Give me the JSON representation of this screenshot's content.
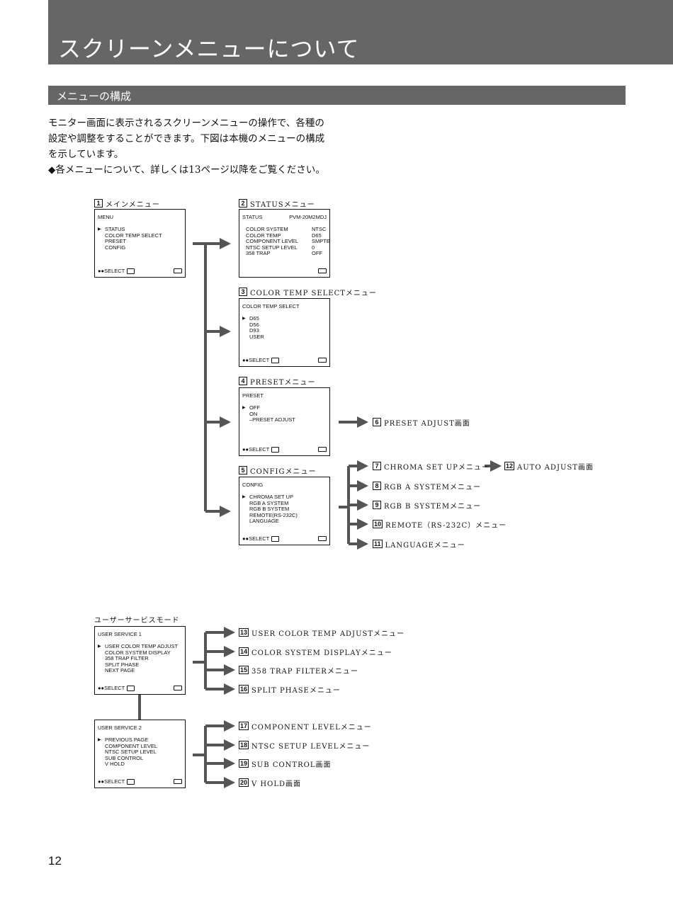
{
  "page_title": "スクリーンメニューについて",
  "section_title": "メニューの構成",
  "intro_lines": [
    "モニター画面に表示されるスクリーンメニューの操作で、各種の",
    "設定や調整をすることができます。下図は本機のメニューの構成",
    "を示しています。",
    "◆各メニューについて、詳しくは13ページ以降をご覧ください。"
  ],
  "menus": {
    "main": {
      "num": "1",
      "label": "メインメニュー",
      "header": "MENU",
      "items": [
        "STATUS",
        "COLOR TEMP SELECT",
        "PRESET",
        "CONFIG"
      ],
      "footer": "SELECT"
    },
    "status": {
      "num": "2",
      "label": "STATUSメニュー",
      "header": "STATUS",
      "model": "PVM-20M2MDJ",
      "rows": [
        [
          "COLOR SYSTEM",
          "NTSC"
        ],
        [
          "COLOR TEMP",
          "D65"
        ],
        [
          "COMPONENT LEVEL",
          "SMPTE"
        ],
        [
          "NTSC SETUP LEVEL",
          "0"
        ],
        [
          "358 TRAP",
          "OFF"
        ]
      ]
    },
    "colortemp": {
      "num": "3",
      "label": "COLOR TEMP SELECTメニュー",
      "header": "COLOR TEMP SELECT",
      "items": [
        "D65",
        "D56",
        "D93",
        "USER"
      ],
      "footer": "SELECT"
    },
    "preset": {
      "num": "4",
      "label": "PRESETメニュー",
      "header": "PRESET",
      "items": [
        "OFF",
        "ON",
        "–PRESET ADJUST"
      ],
      "footer": "SELECT"
    },
    "config": {
      "num": "5",
      "label": "CONFIGメニュー",
      "header": "CONFIG",
      "items": [
        "CHROMA SET UP",
        "RGB A SYSTEM",
        "RGB B SYSTEM",
        "REMOTE(RS-232C)",
        "LANGUAGE"
      ],
      "footer": "SELECT"
    },
    "us1": {
      "header": "USER SERVICE 1",
      "items": [
        "USER COLOR TEMP ADJUST",
        "COLOR SYSTEM DISPLAY",
        "358 TRAP FILTER",
        "SPLIT PHASE",
        "NEXT PAGE"
      ],
      "footer": "SELECT"
    },
    "us2": {
      "header": "USER SERVICE 2",
      "items": [
        "PREVIOUS PAGE",
        "COMPONENT LEVEL",
        "NTSC SETUP LEVEL",
        "SUB CONTROL",
        "V HOLD"
      ],
      "footer": "SELECT"
    }
  },
  "user_service_label": "ユーザーサービスモード",
  "targets": {
    "t6": {
      "num": "6",
      "label": "PRESET ADJUST画面"
    },
    "t7": {
      "num": "7",
      "label": "CHROMA SET UPメニュー"
    },
    "t12": {
      "num": "12",
      "label": "AUTO ADJUST画面"
    },
    "t8": {
      "num": "8",
      "label": "RGB A SYSTEMメニュー"
    },
    "t9": {
      "num": "9",
      "label": "RGB B SYSTEMメニュー"
    },
    "t10": {
      "num": "10",
      "label": "REMOTE（RS-232C）メニュー"
    },
    "t11": {
      "num": "11",
      "label": "LANGUAGEメニュー"
    },
    "t13": {
      "num": "13",
      "label": "USER COLOR TEMP ADJUSTメニュー"
    },
    "t14": {
      "num": "14",
      "label": "COLOR SYSTEM DISPLAYメニュー"
    },
    "t15": {
      "num": "15",
      "label": "358 TRAP FILTERメニュー"
    },
    "t16": {
      "num": "16",
      "label": "SPLIT PHASEメニュー"
    },
    "t17": {
      "num": "17",
      "label": "COMPONENT LEVELメニュー"
    },
    "t18": {
      "num": "18",
      "label": "NTSC SETUP LEVELメニュー"
    },
    "t19": {
      "num": "19",
      "label": "SUB CONTROL画面"
    },
    "t20": {
      "num": "20",
      "label": "V HOLD画面"
    }
  },
  "page_number": "12",
  "colors": {
    "bar": "#666666",
    "arrow": "#555555"
  }
}
